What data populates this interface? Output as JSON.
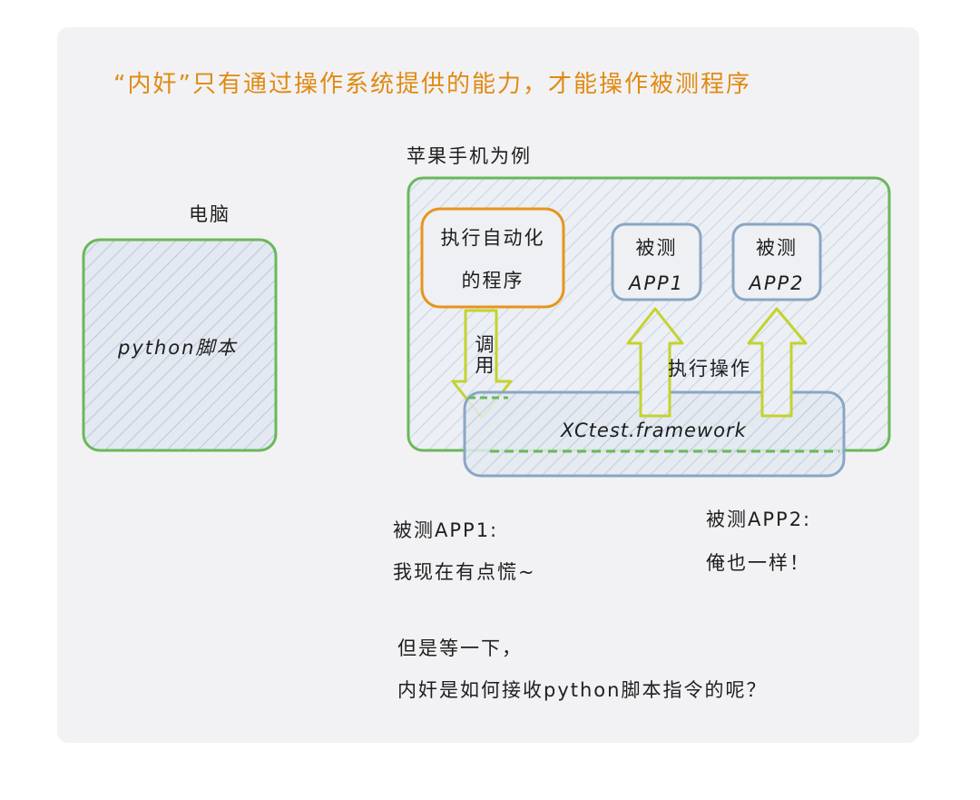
{
  "title": "“内奸”只有通过操作系统提供的能力，才能操作被测程序",
  "iphone_label": "苹果手机为例",
  "computer_label": "电脑",
  "python_box": "python脚本",
  "automation_box": [
    "执行自动化",
    "的程序"
  ],
  "app1_box": [
    "被测",
    "APP1"
  ],
  "app2_box": [
    "被测",
    "APP2"
  ],
  "call_label": "调用",
  "exec_label": "执行操作",
  "framework_label": "XCtest.framework",
  "app1_speech": {
    "name": "被测APP1:",
    "text": "我现在有点慌~"
  },
  "app2_speech": {
    "name": "被测APP2:",
    "text": "俺也一样！"
  },
  "question": [
    "但是等一下，",
    "内奸是如何接收python脚本指令的呢？"
  ],
  "colors": {
    "title": "#e08a12",
    "green": "#6ab85a",
    "orange": "#e8941c",
    "blue": "#8aa6c4",
    "yellow_green": "#c3d32e",
    "hatch": "#b9cbe0"
  }
}
